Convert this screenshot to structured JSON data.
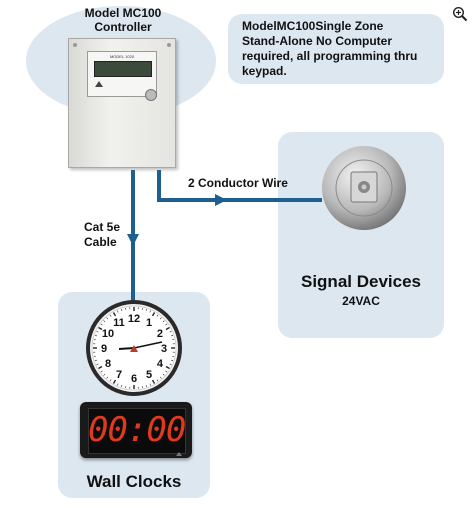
{
  "controller": {
    "title_line1": "Model MC100",
    "title_line2": "Controller",
    "screen_label": "MODEL 1020"
  },
  "info_box": {
    "line1": "ModelMC100Single Zone",
    "line2": "Stand-Alone No Computer",
    "line3": "required, all programming thru",
    "line4": "keypad."
  },
  "connections": {
    "wire_label": "2 Conductor Wire",
    "cable_label_line1": "Cat 5e",
    "cable_label_line2": "Cable"
  },
  "signal_devices": {
    "title": "Signal Devices",
    "subtitle": "24VAC"
  },
  "wall_clocks": {
    "title": "Wall Clocks",
    "digital_time": "00:00",
    "numbers": [
      "12",
      "1",
      "2",
      "3",
      "4",
      "5",
      "6",
      "7",
      "8",
      "9",
      "10",
      "11"
    ]
  },
  "icons": {
    "zoom": "zoom-in-icon"
  },
  "colors": {
    "line": "#1f5f8f",
    "panel": "#dde7f0",
    "digital": "#e03a1e"
  }
}
